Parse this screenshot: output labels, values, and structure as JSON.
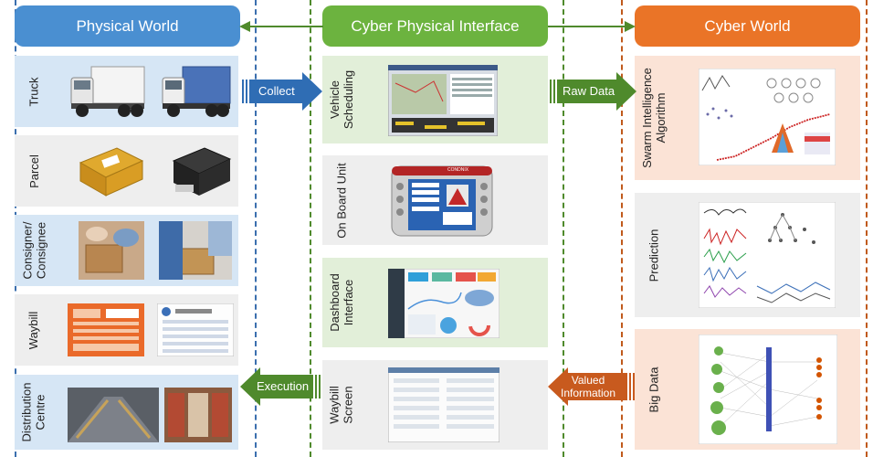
{
  "colors": {
    "physical": "#4a8fd1",
    "interface": "#6cb33f",
    "cyber": "#ea7427",
    "physical_panel": "#d6e6f5",
    "interface_panel": "#e2efd9",
    "cyber_panel": "#fbe3d6",
    "gray_panel": "#eeeeee",
    "connector": "#4f8a2c"
  },
  "headers": {
    "physical": "Physical World",
    "interface": "Cyber Physical Interface",
    "cyber": "Cyber World"
  },
  "physical_items": [
    {
      "label": "Truck"
    },
    {
      "label": "Parcel"
    },
    {
      "label": "Consigner/\nConsignee"
    },
    {
      "label": "Waybill"
    },
    {
      "label": "Distribution\nCentre"
    }
  ],
  "interface_items": [
    {
      "label": "Vehicle\nScheduling"
    },
    {
      "label": "On Board Unit"
    },
    {
      "label": "Dashboard\nInterface"
    },
    {
      "label": "Waybill\nScreen"
    }
  ],
  "cyber_items": [
    {
      "label": "Swarm Intelligence\nAlgorithm"
    },
    {
      "label": "Prediction"
    },
    {
      "label": "Big Data"
    }
  ],
  "flows": {
    "collect": "Collect",
    "raw_data": "Raw Data",
    "execution": "Execution",
    "valued_information": "Valued\nInformation"
  },
  "obu_brand": "CONDNIX"
}
